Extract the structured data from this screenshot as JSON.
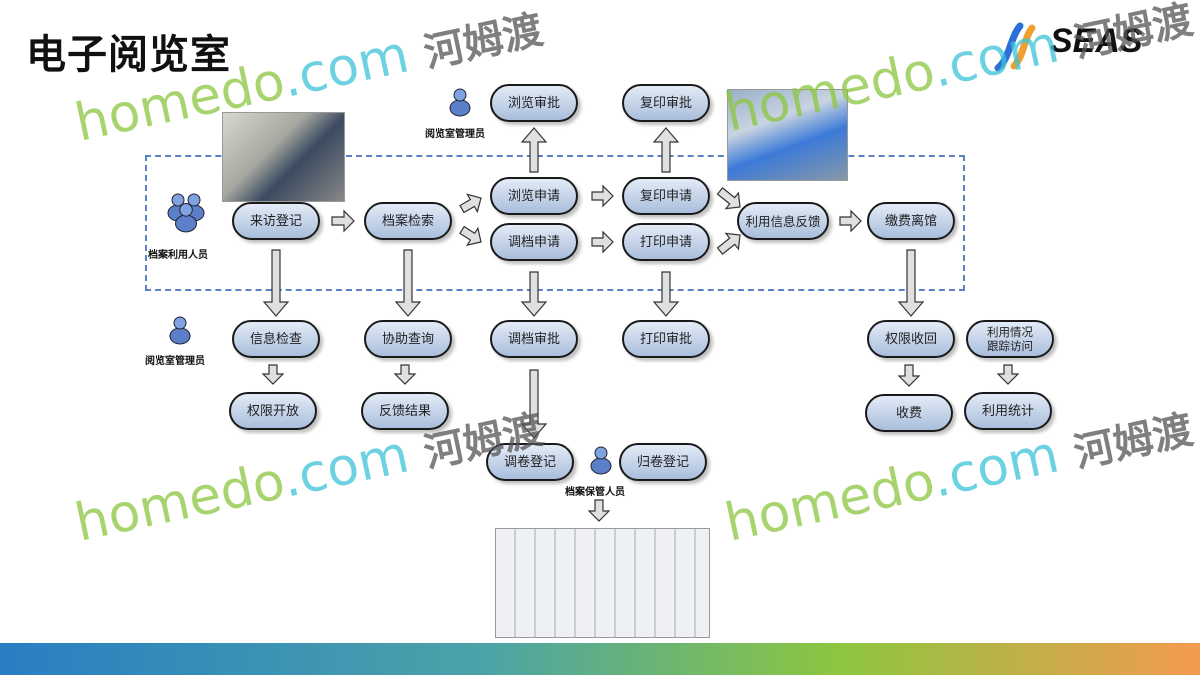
{
  "title": "电子阅览室",
  "logo": {
    "text": "SEAS"
  },
  "watermark": {
    "brand": "homedo",
    "domain": ".com",
    "cn": "河姆渡"
  },
  "roles": {
    "user": "档案利用人员",
    "reading_admin_top": "阅览室管理员",
    "reading_admin_left": "阅览室管理员",
    "archive_keeper": "档案保管人员"
  },
  "nodes": {
    "visit_register": "来访登记",
    "archive_search": "档案检索",
    "browse_apply": "浏览申请",
    "transfer_apply": "调档申请",
    "copy_apply": "复印申请",
    "print_apply": "打印申请",
    "usage_feedback": "利用信息反馈",
    "pay_leave": "缴费离馆",
    "browse_approve": "浏览审批",
    "copy_approve": "复印审批",
    "info_check": "信息检查",
    "assist_query": "协助查询",
    "transfer_approve": "调档审批",
    "print_approve": "打印审批",
    "revoke_permission": "权限收回",
    "usage_followup": "利用情况跟踪访问",
    "open_permission": "权限开放",
    "feedback_result": "反馈结果",
    "charge": "收费",
    "usage_stats": "利用统计",
    "file_transfer_register": "调卷登记",
    "file_return_register": "归卷登记"
  },
  "colors": {
    "node_fill": "#b9cbe4",
    "dash": "#5a82c4",
    "arrow_fill": "#e0e0e0"
  }
}
